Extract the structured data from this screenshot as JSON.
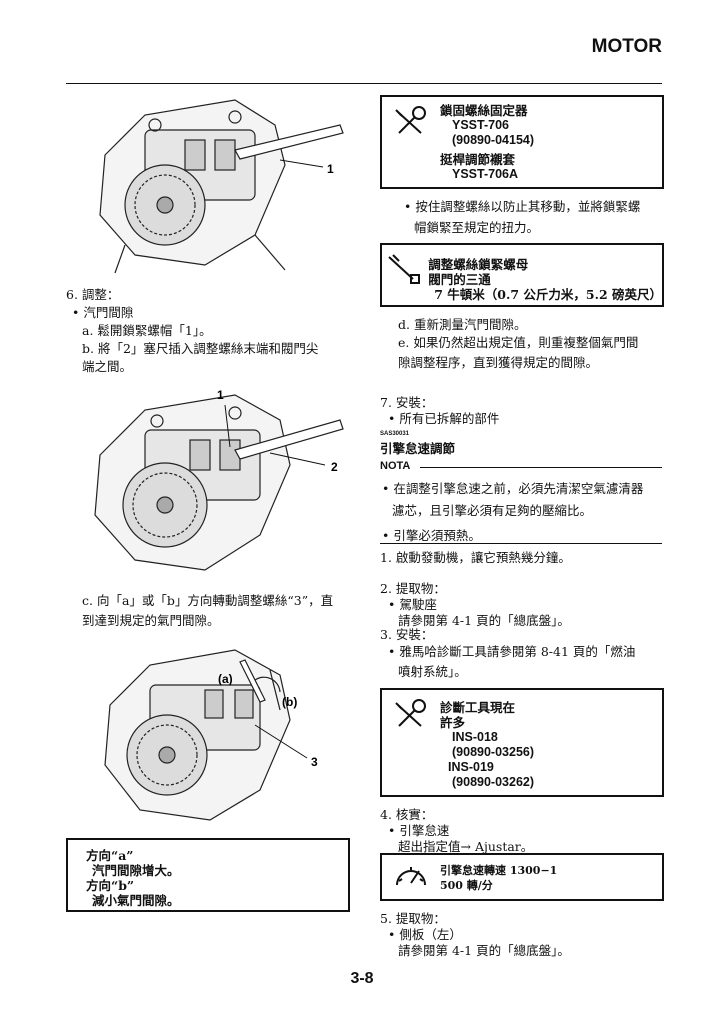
{
  "header": {
    "section_title": "MOTOR"
  },
  "left": {
    "step6": {
      "title": "6. 調整：",
      "bullet": "汽門間隙",
      "a": "a. 鬆開鎖緊螺帽「1」。",
      "b1": "b. 將「2」塞尺插入調整螺絲末端和閥門尖",
      "b2": "端之間。",
      "c1": "c. 向「a」或「b」方向轉動調整螺絲“3”，直",
      "c2": "到達到規定的氣門間隙。"
    },
    "fig1": {
      "callout_1": "1"
    },
    "fig2": {
      "callout_1": "1",
      "callout_2": "2"
    },
    "fig3": {
      "callout_a": "(a)",
      "callout_b": "(b)",
      "callout_3": "3"
    },
    "direction_box": {
      "line1": "方向“a”",
      "line2": "汽門間隙增大。",
      "line3": "方向“b”",
      "line4": "減小氣門間隙。"
    }
  },
  "right": {
    "tool_box_1": {
      "line1": "鎖固螺絲固定器",
      "line2": "YSST-706",
      "line3": "(90890-04154)",
      "line4": "挺桿調節襯套",
      "line5": "YSST-706A"
    },
    "hold_note1": "按住調整螺絲以防止其移動，並將鎖緊螺",
    "hold_note2": "帽鎖緊至規定的扭力。",
    "torque_box": {
      "line1": "調整螺絲鎖緊螺母",
      "line2": "閥門的三通",
      "line3": "7 牛頓米（0.7 公斤力米，5.2 磅英尺）"
    },
    "d": "d. 重新測量汽門間隙。",
    "e1": "e. 如果仍然超出規定值，則重複整個氣門間",
    "e2": "隙調整程序，直到獲得規定的間隙。",
    "step7_title": "7. 安裝：",
    "step7_bullet": "所有已拆解的部件",
    "code": "SAS30031",
    "section_title": "引擎怠速調節",
    "nota": "NOTA",
    "nota_b1_1": "在調整引擎怠速之前，必須先清潔空氣濾清器",
    "nota_b1_2": "濾芯，且引擎必須有足夠的壓縮比。",
    "nota_b2": "引擎必須預熱。",
    "s1": "1. 啟動發動機，讓它預熱幾分鐘。",
    "s2_title": "2. 提取物：",
    "s2_bullet": "駕駛座",
    "s2_ref": "請參閱第 4-1 頁的「總底盤」。",
    "s3_title": "3. 安裝：",
    "s3_bullet1": "雅馬哈診斷工具請參閱第 8-41 頁的「燃油",
    "s3_bullet2": "噴射系統」。",
    "tool_box_2": {
      "line1": "診斷工具現在",
      "line2": "許多",
      "line3": "INS-018",
      "line4": "(90890-03256)",
      "line5": "INS-019",
      "line6": "(90890-03262)"
    },
    "s4_title": "4. 核實：",
    "s4_bullet": "引擎怠速",
    "s4_sub": "超出指定值→ Ajustar。",
    "idle_box": {
      "line1": "引擎怠速轉速 1300−1",
      "line2": "500 轉/分"
    },
    "s5_title": "5. 提取物：",
    "s5_bullet": "側板（左）",
    "s5_ref": "請參閱第 4-1 頁的「總底盤」。"
  },
  "footer": {
    "page_number": "3-8"
  }
}
